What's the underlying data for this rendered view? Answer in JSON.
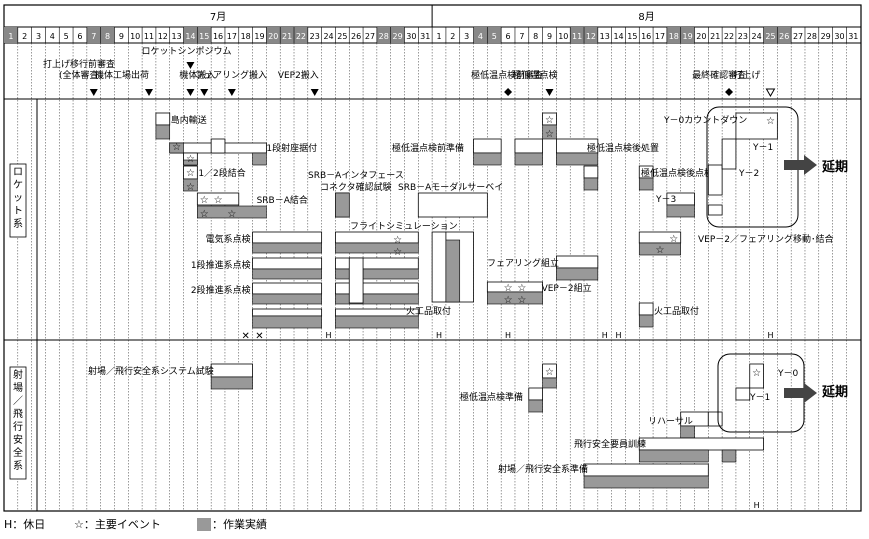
{
  "months": [
    {
      "label": "7月",
      "start": 1
    },
    {
      "label": "8月",
      "start": 32
    }
  ],
  "days": [
    "1",
    "2",
    "3",
    "4",
    "5",
    "6",
    "7",
    "8",
    "9",
    "10",
    "11",
    "12",
    "13",
    "14",
    "15",
    "16",
    "17",
    "18",
    "19",
    "20",
    "21",
    "22",
    "23",
    "24",
    "25",
    "26",
    "27",
    "28",
    "29",
    "30",
    "31",
    "1",
    "2",
    "3",
    "4",
    "5",
    "6",
    "7",
    "8",
    "9",
    "10",
    "11",
    "12",
    "13",
    "14",
    "15",
    "16",
    "17",
    "18",
    "19",
    "20",
    "21",
    "22",
    "23",
    "24",
    "25",
    "26",
    "27",
    "28",
    "29",
    "30",
    "31"
  ],
  "holidays": [
    1,
    7,
    8,
    14,
    15,
    20,
    21,
    22,
    28,
    29,
    35,
    36,
    42,
    43,
    49,
    50,
    56,
    57
  ],
  "milestones": [
    {
      "label": "打上げ移行前審査",
      "sub": "(全体審査)",
      "day": 7,
      "mark": "tri"
    },
    {
      "label": "機体工場出荷",
      "day": 11,
      "mark": "tri"
    },
    {
      "label": "ロケットシンポジウム",
      "day": 14,
      "mark": "tri"
    },
    {
      "label": "機体搬入",
      "day": 15,
      "mark": "tri"
    },
    {
      "label": "フェアリング搬入",
      "day": 17,
      "mark": "tri"
    },
    {
      "label": "VEP2搬入",
      "day": 23,
      "mark": "tri"
    },
    {
      "label": "極低温点検前審査",
      "day": 37,
      "mark": "dia"
    },
    {
      "label": "極低温点検",
      "day": 40,
      "mark": "tri"
    },
    {
      "label": "最終確認審査",
      "day": 53,
      "mark": "dia"
    },
    {
      "label": "打上げ",
      "day": 56,
      "mark": "tri-open"
    }
  ],
  "sections": {
    "rocket": "ロケット系",
    "range": "射場／飛行安全系"
  },
  "tasks": {
    "shimanai": "島内輸送",
    "ichidan": "1段射座据付",
    "nidan": "1／2段結合",
    "srba_ketsugo": "SRB－A結合",
    "srba_if": "SRB－Aインタフェース",
    "connector": "コネクタ確認試験",
    "srba_model": "SRB－Aモーダルサーベイ",
    "flight_sim": "フライトシミュレーション",
    "denki": "電気系点検",
    "suishin1": "1段推進系点検",
    "suishin2": "2段推進系点検",
    "kakohin": "火工品取付",
    "kakohin2": "火工品取付",
    "teion_junbi": "極低温点検前準備",
    "teion_shochi": "極低温点検後処置",
    "teion_go": "極低温点検後点検",
    "fairing": "フェアリング組立",
    "vep2": "VEP－2組立",
    "vep2_move": "VEP－2／フェアリング移動･結合",
    "y3": "Y－3",
    "y2": "Y－2",
    "y1": "Y－1",
    "y0cd": "Y－0カウントダウン",
    "range_sys": "射場／飛行安全系システム試験",
    "range_teion": "極低温点検準備",
    "rehearsal": "リハーサル",
    "hikou_kunren": "飛行安全要員訓練",
    "range_junbi": "射場／飛行安全系準備",
    "r_y1": "Y－1",
    "r_y0": "Y－0"
  },
  "delay_label": "延期",
  "holiday_marker": "H",
  "legend": {
    "holiday": "H：休日",
    "event": "☆：主要イベント",
    "actual": "：作業実績"
  },
  "colors": {
    "holiday": "#888888",
    "actual": "#999999",
    "grid": "#000000"
  }
}
